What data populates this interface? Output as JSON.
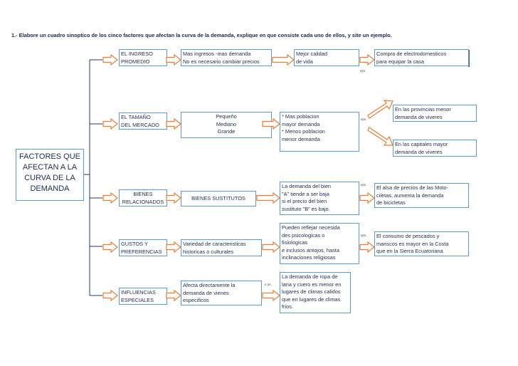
{
  "heading": "1.- Elabore un cuadro sinoptico de los cinco factores que afectan la curva de la demanda, explique en que consiste cada uno de ellos, y site un ejemplo.",
  "main_box": [
    "FACTORES QUE",
    "AFECTAN A LA",
    "CURVA DE LA",
    "DEMANDA"
  ],
  "eje_label": "ejm.",
  "eje_label_spaced": "e jm.",
  "colors": {
    "border": "#5b9bd5",
    "arrow": "#ed7d31",
    "line": "#1f3864"
  },
  "rows": [
    {
      "factor": [
        "EL INGRESO",
        "PROMEDIO"
      ],
      "explanation": [
        "Mas ingresos -mas demanda",
        "No es necesario cambiar precios"
      ],
      "effect": [
        "Mejor calidad",
        "de vida"
      ],
      "example": [
        "Compra de electrodomesticos",
        "para equipar la casa"
      ]
    },
    {
      "factor": [
        "EL TAMAÑO",
        "DEL MERCADO"
      ],
      "explanation": [
        "Pequeño",
        "Mediano",
        "Grande"
      ],
      "effect": [
        "*  Mas poblacion",
        "mayor demanda",
        "*  Menos poblacion",
        "menor demanda"
      ],
      "example_top": [
        "En las provincias menor",
        "demanda de viveres"
      ],
      "example_bottom": [
        "En las capitales mayor",
        "demanda de viveres"
      ]
    },
    {
      "factor": [
        "BIENES",
        "RELACIONADOS"
      ],
      "explanation": [
        "BIENES SUSTITUTOS"
      ],
      "effect": [
        "La demanda del bien",
        "\"A\"  tiende a ser baja",
        "si el precio del bien",
        "sustituto \"B\" es bajo."
      ],
      "example": [
        "El alsa de precios de las Moto-",
        "ciletas, aumenta la demanda",
        "de bicicletas"
      ]
    },
    {
      "factor": [
        "GUSTOS Y",
        "PREFERENCIAS"
      ],
      "explanation": [
        "Variedad de caracteristicas",
        "historicas o culturales"
      ],
      "effect": [
        "Pueden reflejar necesida",
        "des psicologicas o",
        "fisiologicas",
        "e inclusos antojos, hasta",
        "inclinaciones religiosas"
      ],
      "example": [
        "El consumo de pescados y",
        "mariscos es mayor en la Costa",
        "que en la Sierra Ecuatoriana"
      ]
    },
    {
      "factor": [
        "INFLUENCIAS",
        "ESPECIALES"
      ],
      "explanation": [
        "Afecta directamente la",
        "demanda de vienes",
        "especificos"
      ],
      "example": [
        "La demanda de ropa de",
        "lana y cuero es menor en",
        "lugares de climas calidos",
        "que en lugares de climas",
        "frios."
      ]
    }
  ]
}
